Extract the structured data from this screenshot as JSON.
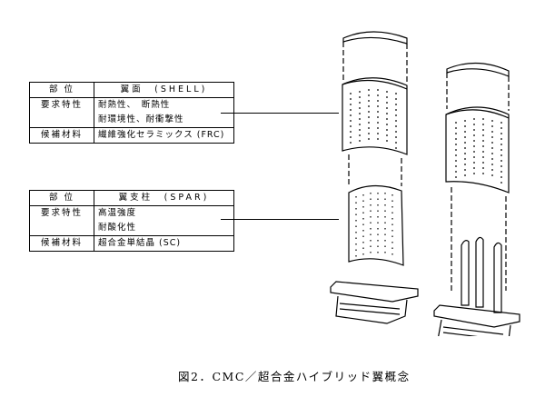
{
  "tables": {
    "shell": {
      "header": {
        "label": "部 位",
        "value": "翼面　(SHELL)"
      },
      "requirements": {
        "label": "要求特性",
        "values": [
          "耐熱性、　断熱性",
          "耐環境性、耐衝撃性"
        ]
      },
      "candidate": {
        "label": "候補材料",
        "value": "繊維強化セラミックス (FRC)"
      }
    },
    "spar": {
      "header": {
        "label": "部 位",
        "value": "翼支柱　(SPAR)"
      },
      "requirements": {
        "label": "要求特性",
        "values": [
          "高温強度",
          "耐酸化性"
        ]
      },
      "candidate": {
        "label": "候補材料",
        "value": "超合金単結晶 (SC)"
      }
    }
  },
  "figure": {
    "caption": "図2．CMC／超合金ハイブリッド翼概念"
  }
}
